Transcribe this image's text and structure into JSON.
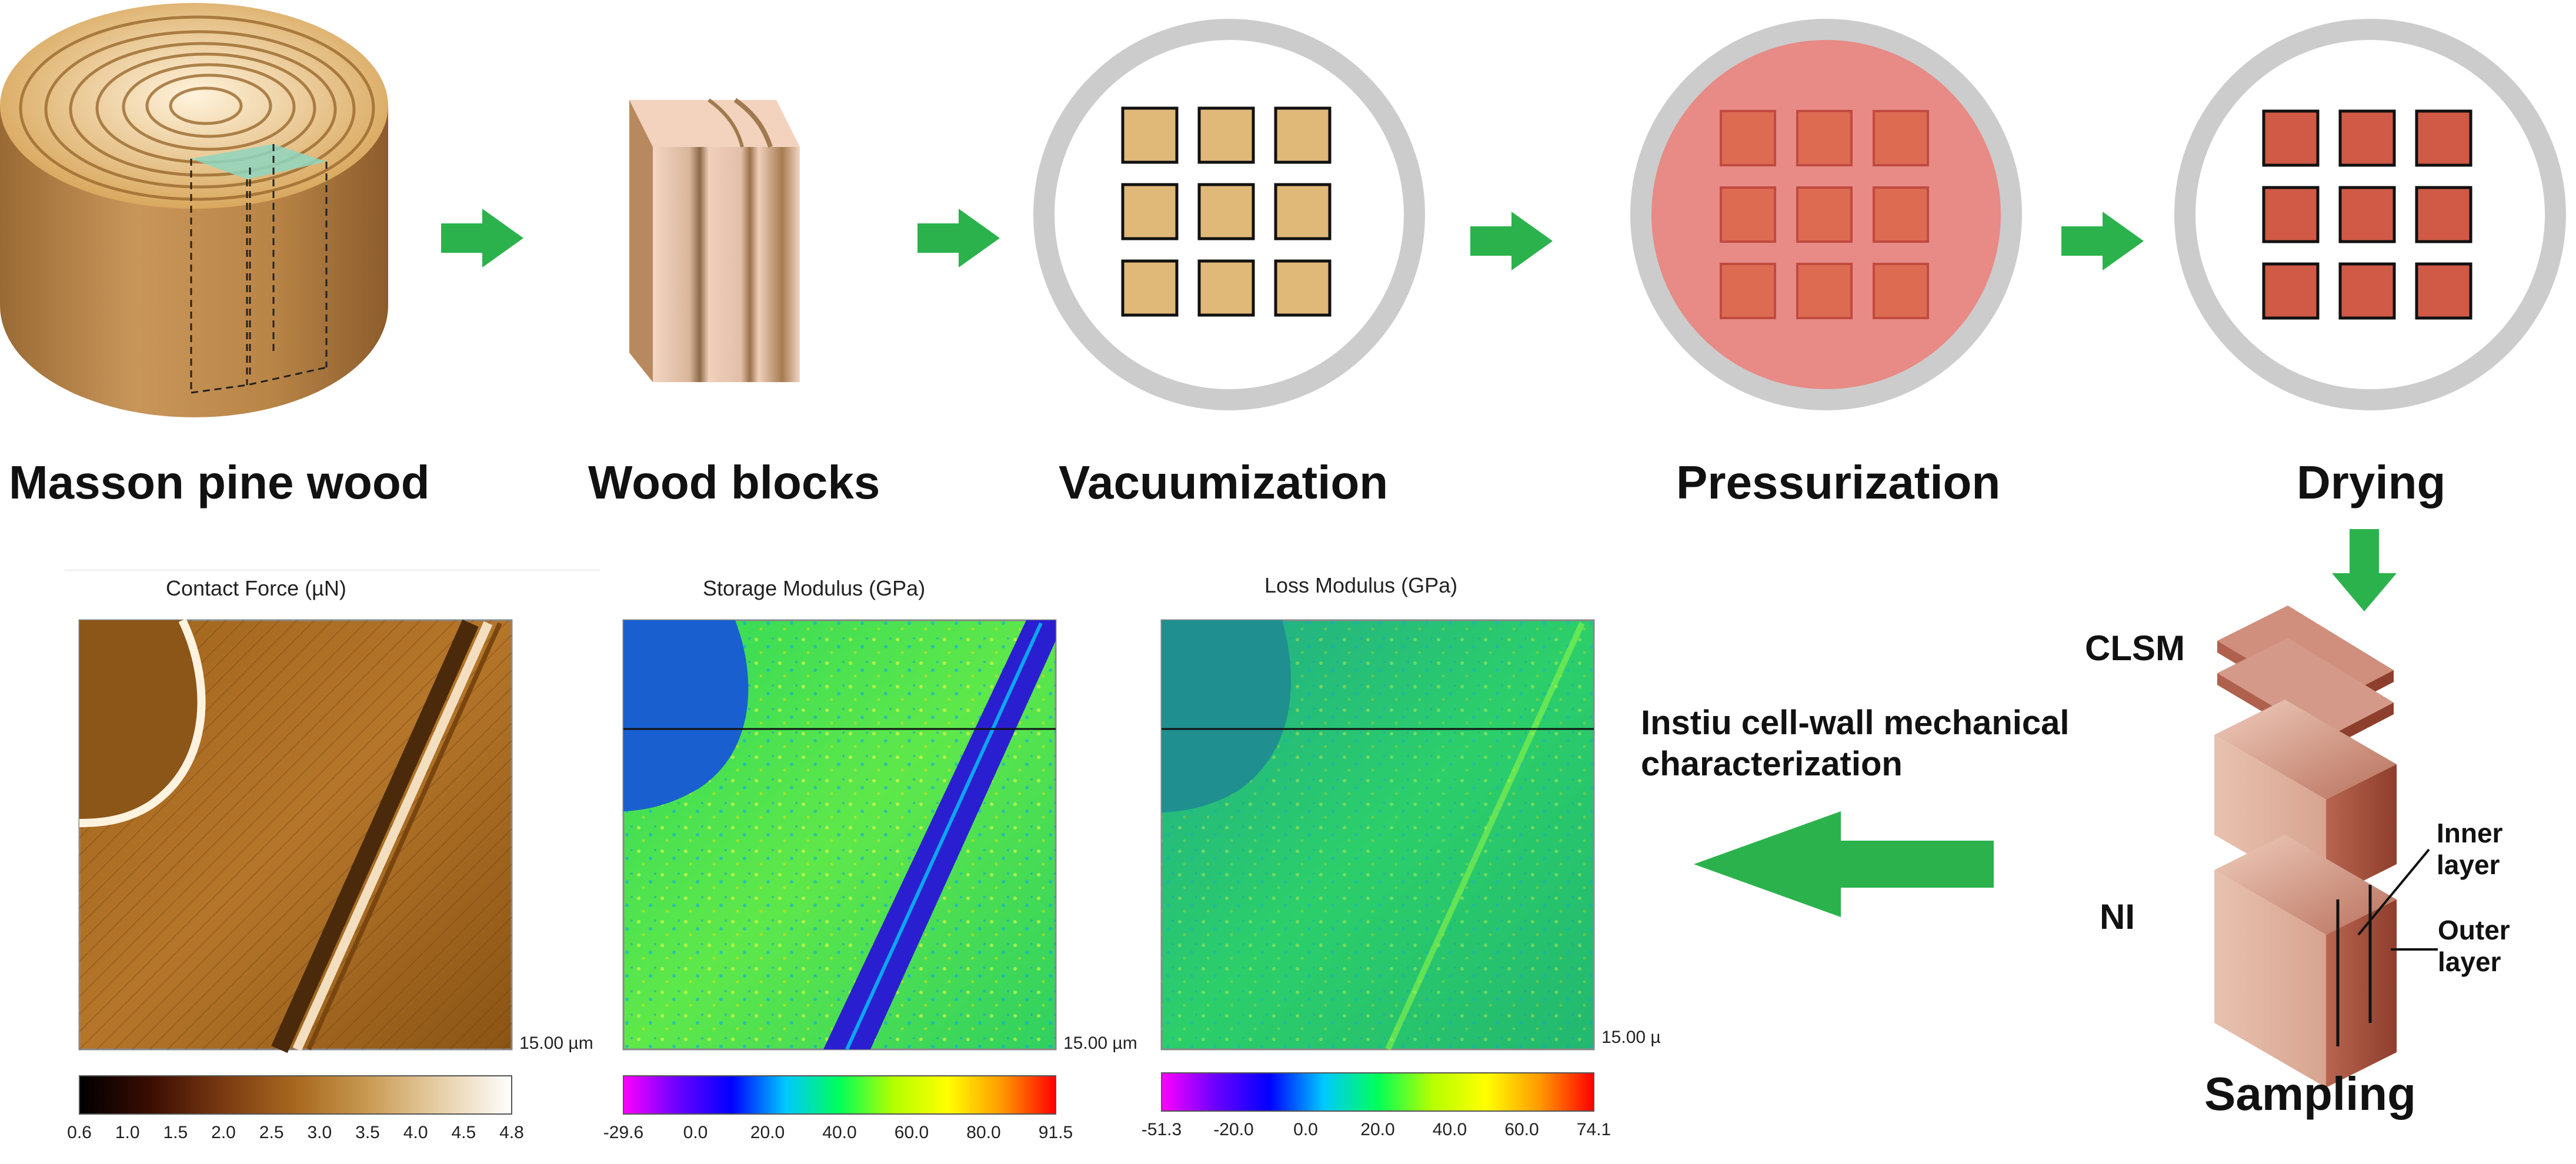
{
  "steps": [
    {
      "label": "Masson pine wood"
    },
    {
      "label": "Wood blocks"
    },
    {
      "label": "Vacuumization"
    },
    {
      "label": "Pressurization"
    },
    {
      "label": "Drying"
    },
    {
      "label": "Sampling"
    }
  ],
  "sampling": {
    "clsm_label": "CLSM",
    "ni_label": "NI",
    "inner_layer": [
      "Inner",
      "layer"
    ],
    "outer_layer": [
      "Outer",
      "layer"
    ]
  },
  "characterization": {
    "lines": [
      "Instiu cell-wall mechanical",
      "characterization"
    ]
  },
  "panels": [
    {
      "title": "Contact Force (µN)",
      "scale": "15.00 µm",
      "colorbar": [
        "#000000",
        "#3b0d02",
        "#7a3a12",
        "#a8681f",
        "#c99a52",
        "#e6cfa6",
        "#ffffff"
      ],
      "ticks": [
        "0.6",
        "1.0",
        "1.5",
        "2.0",
        "2.5",
        "3.0",
        "3.5",
        "4.0",
        "4.5",
        "4.8"
      ]
    },
    {
      "title": "Storage Modulus (GPa)",
      "scale": "15.00 µm",
      "colorbar": [
        "#ff00ff",
        "#6a00ff",
        "#0000ff",
        "#00c8ff",
        "#00ff5a",
        "#b4ff00",
        "#ffff00",
        "#ff9a00",
        "#ff0000"
      ],
      "ticks": [
        "-29.6",
        "0.0",
        "20.0",
        "40.0",
        "60.0",
        "80.0",
        "91.5"
      ]
    },
    {
      "title": "Loss Modulus (GPa)",
      "scale": "15.00 µ",
      "colorbar": [
        "#ff00ff",
        "#6a00ff",
        "#0000ff",
        "#00c8ff",
        "#00ff5a",
        "#b4ff00",
        "#ffff00",
        "#ff9a00",
        "#ff0000"
      ],
      "ticks": [
        "-51.3",
        "-20.0",
        "0.0",
        "20.0",
        "40.0",
        "60.0",
        "74.1"
      ]
    }
  ],
  "colors": {
    "arrow": "#2bb24c",
    "ring": "#cccccc",
    "wood_square": "#e0b878",
    "treated_square": "#d96a55",
    "solution": "#e88a85"
  }
}
